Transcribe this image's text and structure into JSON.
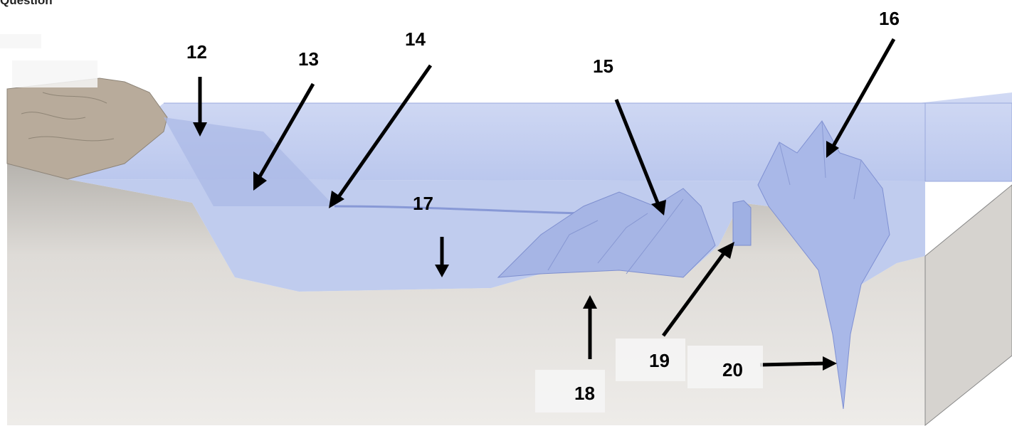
{
  "question": {
    "text": "Question"
  },
  "labels": {
    "l12": "12",
    "l13": "13",
    "l14": "14",
    "l15": "15",
    "l16": "16",
    "l17": "17",
    "l18": "18",
    "l19": "19",
    "l20": "20"
  },
  "colors": {
    "water": "#b9c6ec",
    "water_deep": "#8d9fdc",
    "land": "#b8aea1",
    "crust_front": "#ece9e6",
    "crust_side": "#d4d1cd",
    "arrow": "#000000"
  }
}
